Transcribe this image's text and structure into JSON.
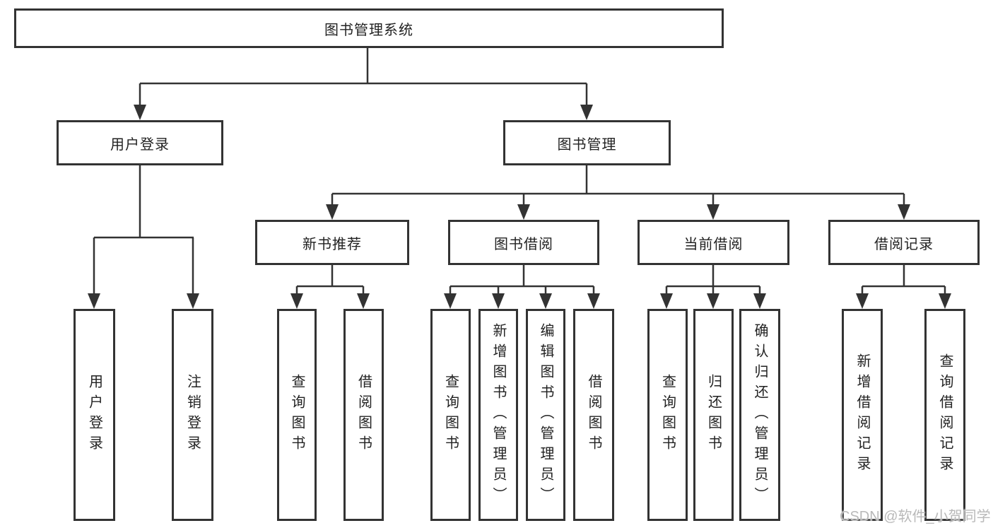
{
  "tree": {
    "root": {
      "label": "图书管理系统"
    },
    "branches": [
      {
        "label": "用户登录",
        "children": [
          {
            "label": "用户登录"
          },
          {
            "label": "注销登录"
          }
        ]
      },
      {
        "label": "图书管理",
        "children": [
          {
            "label": "新书推荐",
            "children": [
              {
                "label": "查询图书"
              },
              {
                "label": "借阅图书"
              }
            ]
          },
          {
            "label": "图书借阅",
            "children": [
              {
                "label": "查询图书"
              },
              {
                "label": "新增图书（管理员）"
              },
              {
                "label": "编辑图书（管理员）"
              },
              {
                "label": "借阅图书"
              }
            ]
          },
          {
            "label": "当前借阅",
            "children": [
              {
                "label": "查询图书"
              },
              {
                "label": "归还图书"
              },
              {
                "label": "确认归还（管理员）"
              }
            ]
          },
          {
            "label": "借阅记录",
            "children": [
              {
                "label": "新增借阅记录"
              },
              {
                "label": "查询借阅记录"
              }
            ]
          }
        ]
      }
    ]
  },
  "watermark": {
    "text": "CSDN @软件_小贺同学"
  },
  "colors": {
    "line": "#333333",
    "text": "#222222",
    "box_background": "#ffffff",
    "page_background": "#ffffff",
    "watermark": "#b9b9b9"
  }
}
